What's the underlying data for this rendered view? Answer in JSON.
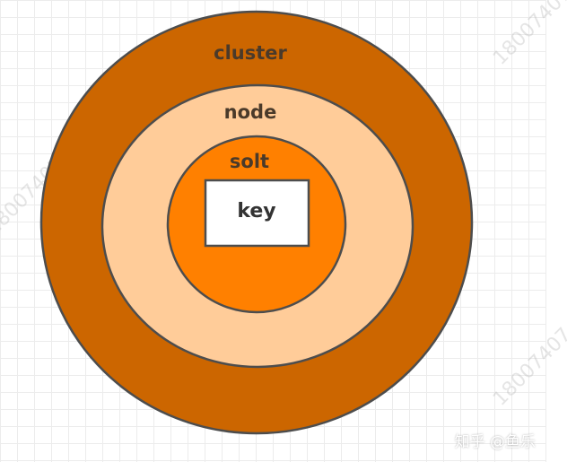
{
  "layers": {
    "cluster": {
      "label": "cluster",
      "color": "#cc6600"
    },
    "node": {
      "label": "node",
      "color": "#ffcc99"
    },
    "slot": {
      "label": "solt",
      "color": "#ff8000"
    },
    "key": {
      "label": "key",
      "color": "#ffffff"
    }
  },
  "outline_color": "#4d4d4d",
  "watermark": {
    "text": "18007407"
  },
  "branding": {
    "text": "知乎 @鱼乐"
  }
}
